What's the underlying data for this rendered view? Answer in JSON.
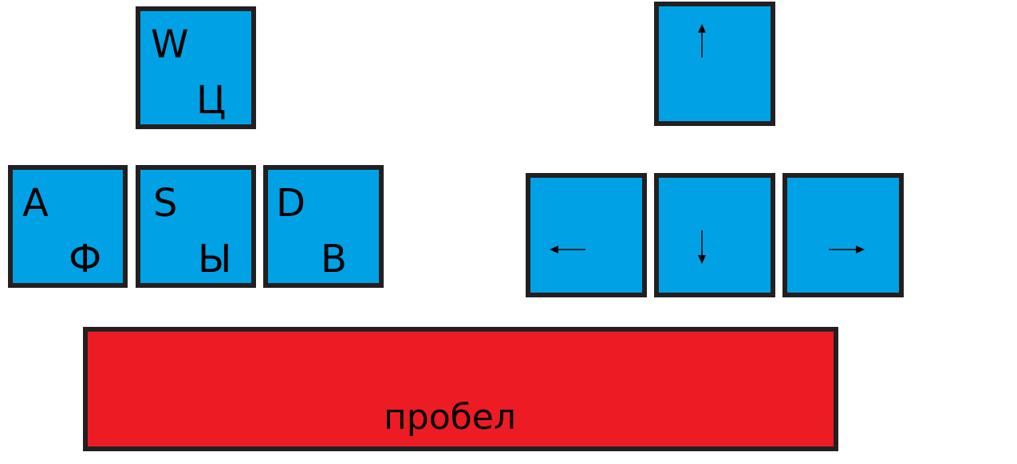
{
  "keys": {
    "w": {
      "latin": "W",
      "cyrillic": "Ц"
    },
    "a": {
      "latin": "A",
      "cyrillic": "Ф"
    },
    "s": {
      "latin": "S",
      "cyrillic": "Ы"
    },
    "d": {
      "latin": "D",
      "cyrillic": "В"
    }
  },
  "arrows": [
    "arrow-up-icon",
    "arrow-left-icon",
    "arrow-down-icon",
    "arrow-right-icon"
  ],
  "space": {
    "label": "пробел"
  },
  "colors": {
    "key_fill": "#00a2e5",
    "key_border": "#231f20",
    "space_fill": "#ed1c24"
  }
}
